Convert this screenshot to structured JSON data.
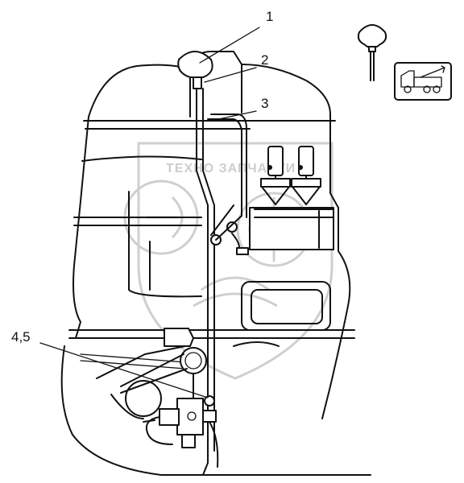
{
  "callouts": [
    {
      "id": "1",
      "label": "1"
    },
    {
      "id": "2",
      "label": "2"
    },
    {
      "id": "3",
      "label": "3"
    },
    {
      "id": "4,5",
      "label": "4,5"
    }
  ],
  "watermark": {
    "text": "ТЕХНО ЗАПЧАСТИ"
  },
  "icons": {
    "knob": "control-knob-icon",
    "vehicle": "truck-crane-icon"
  }
}
